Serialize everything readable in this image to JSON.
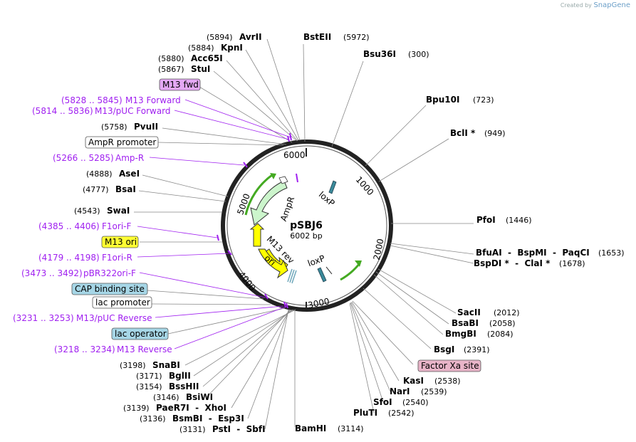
{
  "brand": {
    "created_by": "Created by",
    "name": "SnapGene"
  },
  "plasmid": {
    "name": "pSBJ6",
    "size": "6002 bp"
  },
  "ticks": [
    "1000",
    "2000",
    "3000",
    "4000",
    "5000",
    "6000"
  ],
  "inner_features": {
    "loxp_top": "loxP",
    "loxp_bottom": "loxP",
    "ampr": "AmpR",
    "m13rev": "M13 rev",
    "ori": "ori"
  },
  "right_sites": [
    {
      "name": "BstEII",
      "pos": "(5972)"
    },
    {
      "name": "Bsu36I",
      "pos": "(300)"
    },
    {
      "name": "Bpu10I",
      "pos": "(723)"
    },
    {
      "name": "BclI *",
      "pos": "(949)"
    },
    {
      "name": "PfoI",
      "pos": "(1446)"
    },
    {
      "name": "BfuAI  -  BspMI  -  PaqCI",
      "pos": "(1653)"
    },
    {
      "name": "BspDI *  -  ClaI *",
      "pos": "(1678)"
    },
    {
      "name": "SacII",
      "pos": "(2012)"
    },
    {
      "name": "BsaBI",
      "pos": "(2058)"
    },
    {
      "name": "BmgBI",
      "pos": "(2084)"
    },
    {
      "name": "BsgI",
      "pos": "(2391)"
    },
    {
      "name": "KasI",
      "pos": "(2538)"
    },
    {
      "name": "NarI",
      "pos": "(2539)"
    },
    {
      "name": "SfoI",
      "pos": "(2540)"
    },
    {
      "name": "PluTI",
      "pos": "(2542)"
    },
    {
      "name": "BamHI",
      "pos": "(3114)"
    }
  ],
  "left_sites": [
    {
      "pos": "(5894)",
      "name": "AvrII"
    },
    {
      "pos": "(5884)",
      "name": "KpnI"
    },
    {
      "pos": "(5880)",
      "name": "Acc65I"
    },
    {
      "pos": "(5867)",
      "name": "StuI"
    },
    {
      "pos": "(5758)",
      "name": "PvuII"
    },
    {
      "pos": "(4888)",
      "name": "AseI"
    },
    {
      "pos": "(4777)",
      "name": "BsaI"
    },
    {
      "pos": "(4543)",
      "name": "SwaI"
    },
    {
      "pos": "(3198)",
      "name": "SnaBI"
    },
    {
      "pos": "(3171)",
      "name": "BglII"
    },
    {
      "pos": "(3154)",
      "name": "BssHII"
    },
    {
      "pos": "(3146)",
      "name": "BsiWI"
    },
    {
      "pos": "(3139)",
      "name": "PaeR7I  -  XhoI"
    },
    {
      "pos": "(3136)",
      "name": "BsmBI  -  Esp3I"
    },
    {
      "pos": "(3131)",
      "name": "PstI  -  SbfI"
    }
  ],
  "primers": [
    {
      "range": "(5828 .. 5845)",
      "name": "M13 Forward"
    },
    {
      "range": "(5814 .. 5836)",
      "name": "M13/pUC Forward"
    },
    {
      "range": "(5266 .. 5285)",
      "name": "Amp-R"
    },
    {
      "range": "(4385 .. 4406)",
      "name": "F1ori-F"
    },
    {
      "range": "(4179 .. 4198)",
      "name": "F1ori-R"
    },
    {
      "range": "(3473 .. 3492)",
      "name": "pBR322ori-F"
    },
    {
      "range": "(3231 .. 3253)",
      "name": "M13/pUC Reverse"
    },
    {
      "range": "(3218 .. 3234)",
      "name": "M13 Reverse"
    }
  ],
  "boxes": [
    {
      "label": "M13 fwd",
      "fill": "#e4a8f4"
    },
    {
      "label": "AmpR promoter",
      "fill": "#ffffff"
    },
    {
      "label": "M13 ori",
      "fill": "#ffff33"
    },
    {
      "label": "CAP binding site",
      "fill": "#a6d6e6"
    },
    {
      "label": "lac promoter",
      "fill": "#ffffff"
    },
    {
      "label": "lac operator",
      "fill": "#a6d6e6"
    },
    {
      "label": "Factor Xa site",
      "fill": "#e8b4c8"
    }
  ],
  "colors": {
    "primer": "#a020f0",
    "ampr": "#ccf5cc",
    "ori": "#ffff00",
    "loxp": "#3a8a9a",
    "green": "#44aa22"
  }
}
